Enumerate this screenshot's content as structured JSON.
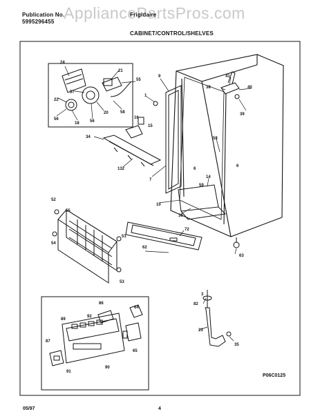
{
  "header": {
    "publication_label": "Publication No.",
    "publication_number": "5995296455",
    "model_brand": "Frigidaire",
    "section_title": "CABINET/CONTROL/SHELVES"
  },
  "watermark": "AppliancePartsPros.com",
  "footer": {
    "date": "05/97",
    "page": "4",
    "drawing_code": "P06C0125"
  },
  "callouts": {
    "c24": "24",
    "c21": "21",
    "c55a": "55",
    "c57": "57",
    "c22": "22",
    "c20": "20",
    "c56": "56",
    "c18": "18",
    "c56b": "56",
    "c58": "58",
    "c9": "9",
    "c1": "1",
    "c16": "16",
    "c15": "15",
    "c34": "34",
    "c132": "132",
    "c7": "7",
    "c6a": "6",
    "c6b": "6",
    "c53": "53",
    "c41": "41",
    "c38": "38",
    "c40": "40",
    "c39": "39",
    "c14": "14",
    "c59": "59",
    "c10": "10",
    "c36": "36",
    "c72": "72",
    "c52": "52",
    "c55b": "55",
    "c54": "54",
    "c51": "51",
    "c62": "62",
    "c53b": "53",
    "c63": "63",
    "c3": "3",
    "c82b": "82",
    "c23": "23",
    "c35": "35",
    "c86": "86",
    "c64": "64",
    "c89": "89",
    "c92": "92",
    "c87": "87",
    "c65": "65",
    "c91": "91",
    "c90": "90"
  }
}
